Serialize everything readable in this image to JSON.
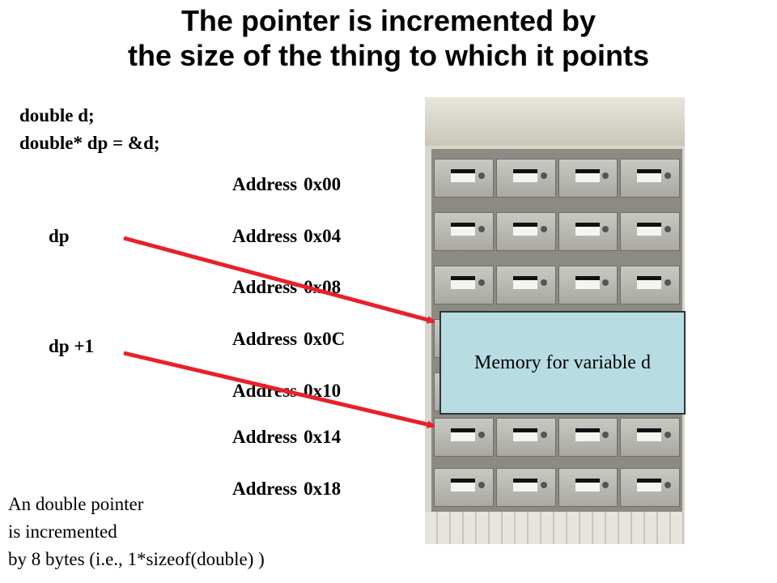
{
  "title": {
    "line1": "The pointer is incremented by",
    "line2": "the size of the thing to which it points"
  },
  "code": {
    "line1": "double d;",
    "line2": "double* dp = &d;"
  },
  "labels": {
    "dp": "dp",
    "dp_plus_1": "dp +1"
  },
  "addresses": [
    {
      "label": "Address",
      "value": "0x00"
    },
    {
      "label": "Address",
      "value": "0x04"
    },
    {
      "label": "Address",
      "value": "0x08"
    },
    {
      "label": "Address",
      "value": "0x0C"
    },
    {
      "label": "Address",
      "value": "0x10"
    },
    {
      "label": "Address",
      "value": "0x14"
    },
    {
      "label": "Address",
      "value": "0x18"
    }
  ],
  "memory_box": {
    "label": "Memory for variable d"
  },
  "note": {
    "line1": "An double pointer",
    "line2": "is incremented",
    "line3": "by 8 bytes (i.e., 1*sizeof(double) )"
  },
  "colors": {
    "arrow": "#e8202a",
    "memory_box_fill": "#b7dde3"
  },
  "illustration": "mailbox-photo"
}
